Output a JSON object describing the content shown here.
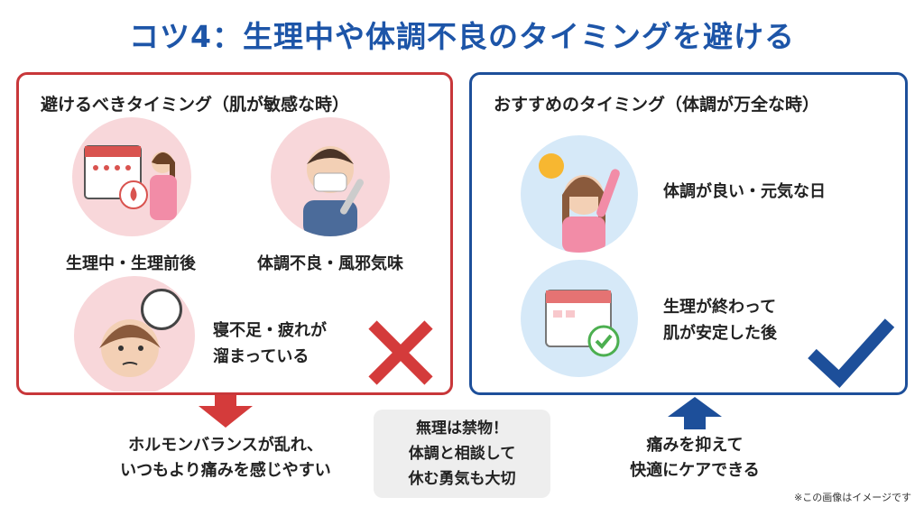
{
  "title": "コツ4：生理中や体調不良のタイミングを避ける",
  "avoid": {
    "heading": "避けるべきタイミング（肌が敏感な時）",
    "items": [
      {
        "label": "生理中・生理前後",
        "icon": "calendar-menstruation-icon"
      },
      {
        "label": "体調不良・風邪気味",
        "icon": "sick-person-icon"
      },
      {
        "line1": "寝不足・疲れが",
        "line2": "溜まっている",
        "icon": "tired-person-icon"
      }
    ],
    "result_line1": "ホルモンバランスが乱れ、",
    "result_line2": "いつもより痛みを感じやすい"
  },
  "recommend": {
    "heading": "おすすめのタイミング（体調が万全な時）",
    "items": [
      {
        "label": "体調が良い・元気な日",
        "icon": "happy-person-sun-icon"
      },
      {
        "line1": "生理が終わって",
        "line2": "肌が安定した後",
        "icon": "calendar-check-icon"
      }
    ],
    "result_line1": "痛みを抑えて",
    "result_line2": "快適にケアできる"
  },
  "center_note": {
    "line1": "無理は禁物！",
    "line2": "体調と相談して",
    "line3": "休む勇気も大切"
  },
  "footnote": "※この画像はイメージです",
  "colors": {
    "title": "#1d55a8",
    "avoid": "#c8373a",
    "recommend": "#1d4f9a",
    "pink_bg": "#f8d7da",
    "blue_bg": "#d6e9f8"
  }
}
